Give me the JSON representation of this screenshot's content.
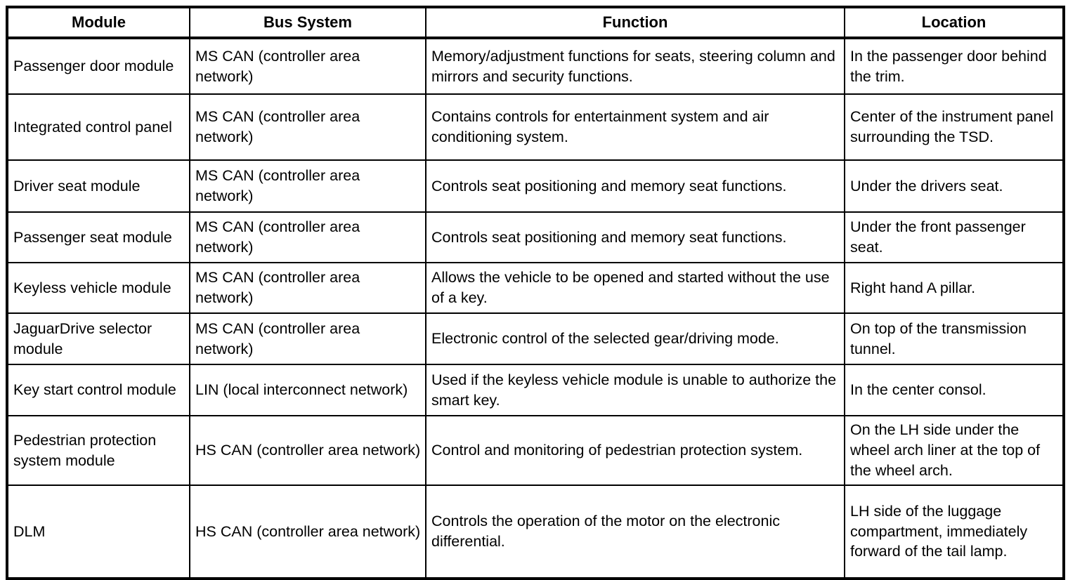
{
  "table": {
    "columns": [
      {
        "label": "Module"
      },
      {
        "label": "Bus System"
      },
      {
        "label": "Function"
      },
      {
        "label": "Location"
      }
    ],
    "rows": [
      {
        "module": "Passenger door module",
        "bus_system": "MS CAN (controller area network)",
        "function": "Memory/adjustment functions for seats, steering column and mirrors and security functions.",
        "location": "In the passenger door behind the trim."
      },
      {
        "module": "Integrated control panel",
        "bus_system": "MS CAN (controller area network)",
        "function": "Contains controls for entertainment system and air conditioning system.",
        "location": "Center of the instrument panel surrounding the TSD."
      },
      {
        "module": "Driver seat module",
        "bus_system": "MS CAN (controller area network)",
        "function": "Controls seat positioning and memory seat functions.",
        "location": "Under the drivers seat."
      },
      {
        "module": "Passenger seat module",
        "bus_system": "MS CAN (controller area network)",
        "function": "Controls seat positioning and memory seat functions.",
        "location": "Under the front passenger seat."
      },
      {
        "module": "Keyless vehicle module",
        "bus_system": "MS CAN (controller area network)",
        "function": "Allows the vehicle to be opened and started without the use of a key.",
        "location": "Right hand A pillar."
      },
      {
        "module": "JaguarDrive selector module",
        "bus_system": "MS CAN (controller area network)",
        "function": "Electronic control of the selected gear/driving mode.",
        "location": "On top of the transmission tunnel."
      },
      {
        "module": "Key start control module",
        "bus_system": "LIN (local interconnect network)",
        "function": "Used if the keyless vehicle module is unable to authorize the smart key.",
        "location": "In the center consol."
      },
      {
        "module": "Pedestrian protection system module",
        "bus_system": "HS CAN (controller area network)",
        "function": "Control and monitoring of pedestrian protection system.",
        "location": "On the LH side under the wheel arch liner at the top of the wheel arch."
      },
      {
        "module": "DLM",
        "bus_system": "HS CAN (controller area network)",
        "function": "Controls the operation of the motor on the electronic differential.",
        "location": "LH side of the luggage compartment, immediately forward of the tail lamp."
      }
    ]
  }
}
